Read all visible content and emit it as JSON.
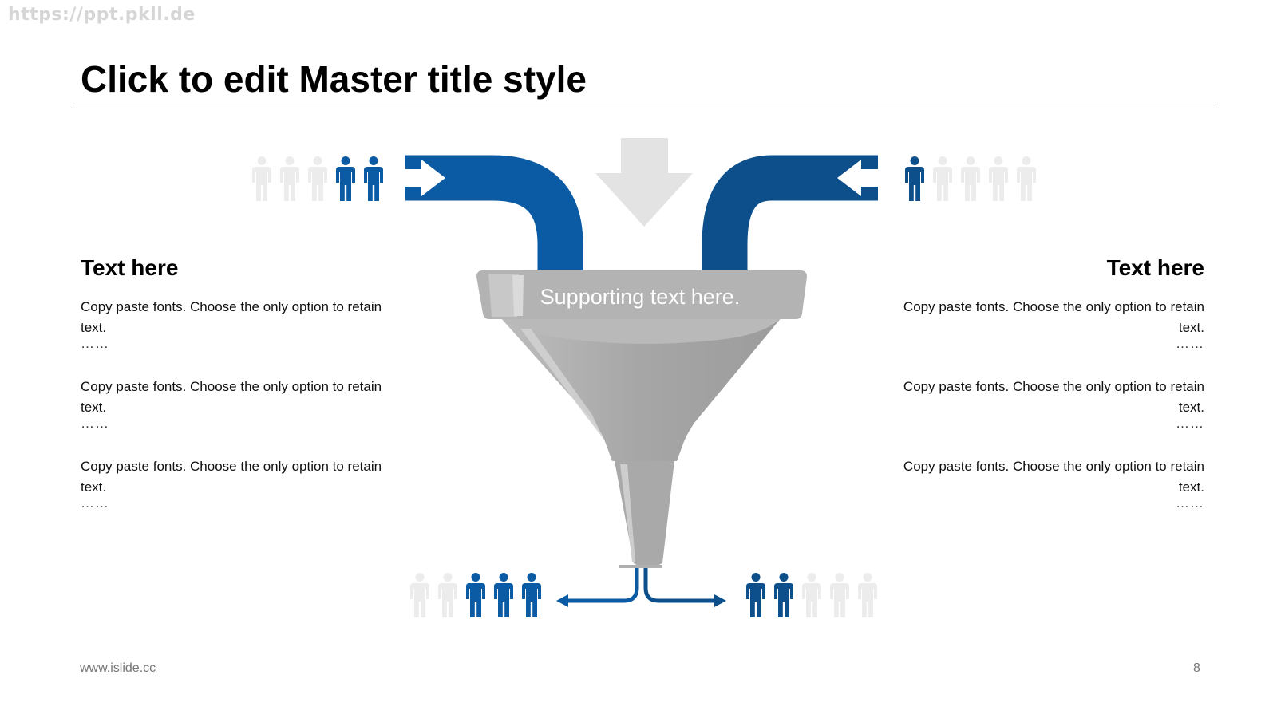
{
  "watermark": "https://ppt.pkll.de",
  "title": "Click to edit Master title style",
  "funnel": {
    "supporting_text": "Supporting text here."
  },
  "colors": {
    "primary_blue": "#0a5aa4",
    "dark_blue": "#0d4f8b",
    "inactive_person": "#ececec",
    "funnel_gray": "#a9a9a9",
    "funnel_rim": "#b3b3b3",
    "down_arrow": "#e3e3e3"
  },
  "people_groups": {
    "top_left": {
      "total": 5,
      "active": [
        3,
        4
      ]
    },
    "top_right": {
      "total": 5,
      "active": [
        0
      ]
    },
    "bottom_left": {
      "total": 5,
      "active": [
        2,
        3,
        4
      ]
    },
    "bottom_right": {
      "total": 5,
      "active": [
        0,
        1
      ]
    }
  },
  "left_panel": {
    "heading": "Text here",
    "items": [
      {
        "text": "Copy paste fonts. Choose the only option to retain text.",
        "dots": "……"
      },
      {
        "text": "Copy paste fonts. Choose the only option to retain text.",
        "dots": "……"
      },
      {
        "text": "Copy paste fonts. Choose the only option to retain text.",
        "dots": "……"
      }
    ]
  },
  "right_panel": {
    "heading": "Text here",
    "items": [
      {
        "text": "Copy paste fonts. Choose the only option to retain text.",
        "dots": "……"
      },
      {
        "text": "Copy paste fonts. Choose the only option to retain text.",
        "dots": "……"
      },
      {
        "text": "Copy paste fonts. Choose the only option to retain text.",
        "dots": "……"
      }
    ]
  },
  "footer": {
    "url": "www.islide.cc",
    "page_number": "8"
  }
}
